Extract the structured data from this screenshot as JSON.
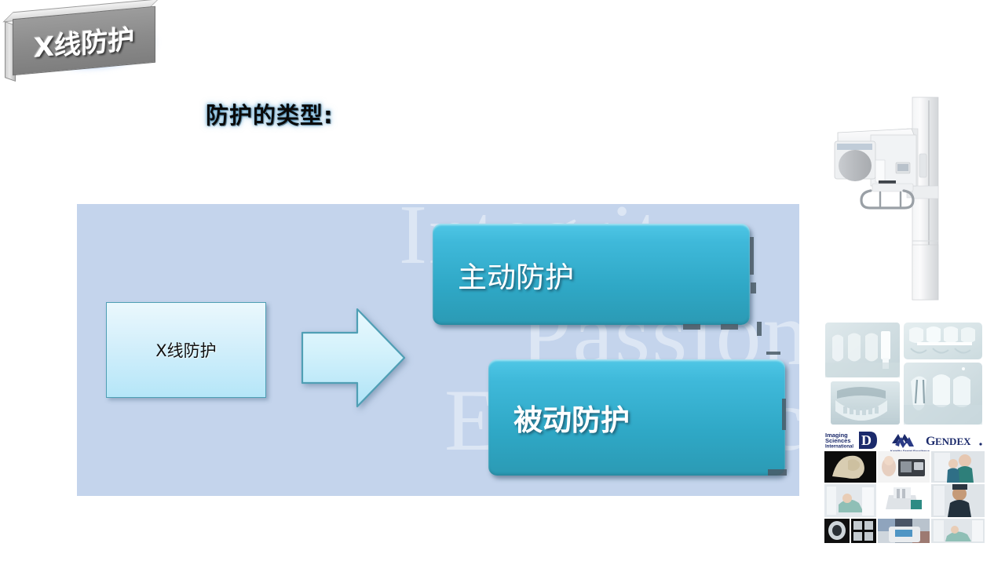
{
  "slide": {
    "title_banner": {
      "text": "X线防护",
      "style": "3d-gray-slab-blue-glow"
    },
    "heading": "防护的类型:"
  },
  "diagram": {
    "background_color": "#c4d4ec",
    "watermark": {
      "line1": "Integrity",
      "line2": "Passion",
      "line3": "Excellence"
    },
    "source_node": {
      "label": "X线防护",
      "fill": "#cdeefb",
      "border": "#4f9fb5"
    },
    "arrow": {
      "direction": "right",
      "fill": "#cdeefb",
      "border": "#4f9fb5"
    },
    "branches": [
      {
        "label": "主动防护",
        "fill": "#34b2d0"
      },
      {
        "label": "被动防护",
        "fill": "#34b2d0"
      }
    ]
  },
  "media": {
    "machine_photo": {
      "name": "panoramic-dental-xray-machine"
    },
    "xray_collage": {
      "name": "dental-radiograph-collage",
      "tile_count": 4
    },
    "product_collage": {
      "name": "dental-imaging-product-collage",
      "logos": [
        "Imaging Sciences International",
        "KaVo",
        "GENDEX"
      ],
      "logo_tagline": "Kotality Dental Excellence"
    }
  },
  "colors": {
    "panel": "#c4d4ec",
    "teal": "#34b2d0",
    "teal_dark": "#2b9ab4",
    "light_blue": "#cdeefb",
    "border_teal": "#4f9fb5",
    "slab_gray": "#8c8c8c",
    "glow_blue": "#3f7fe4"
  }
}
